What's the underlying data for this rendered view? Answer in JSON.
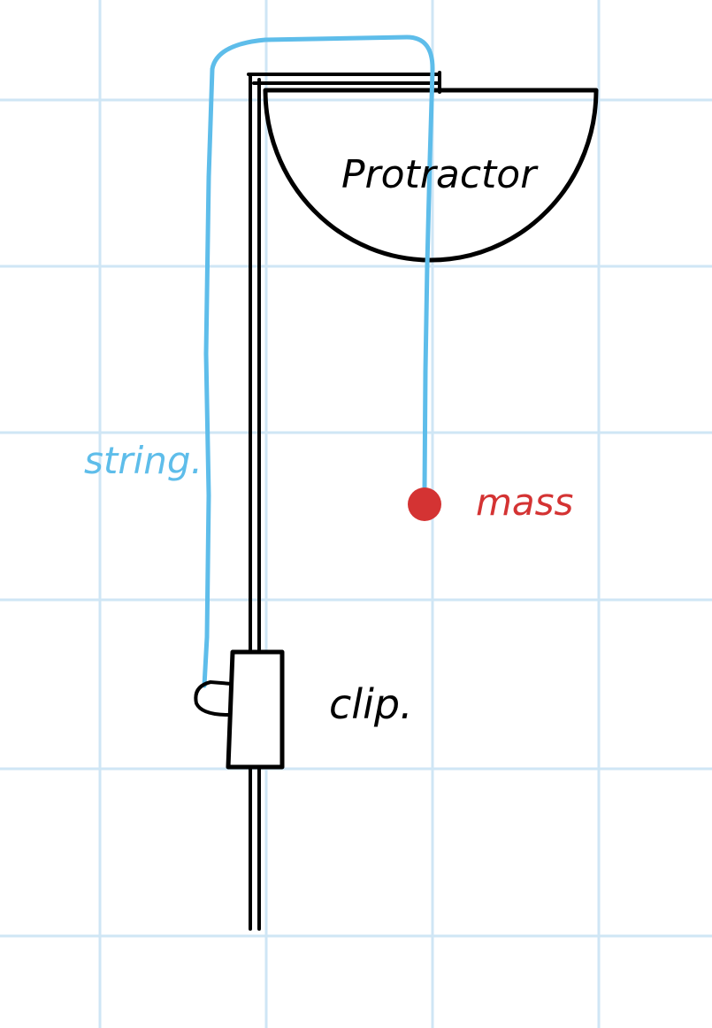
{
  "colors": {
    "grid": "#cfe6f5",
    "ink": "#000000",
    "string": "#5ebdea",
    "mass": "#d43333",
    "background": "#ffffff"
  },
  "labels": {
    "protractor": "Protractor",
    "string": "string.",
    "mass": "mass",
    "clip": "clip."
  }
}
